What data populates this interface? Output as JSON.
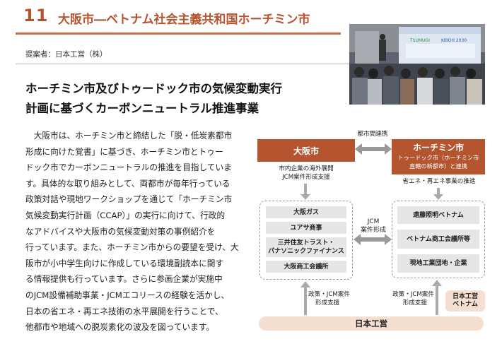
{
  "header": {
    "number": "11",
    "title": "大阪市―ベトナム社会主義共和国ホーチミン市"
  },
  "proposer": "提案者：日本工営（株）",
  "photo": {
    "banner_text_1": "TSUMUGI",
    "banner_text_2": "KIBOH 2030"
  },
  "main_title": [
    "ホーチミン市及びトゥードック市の気候変動実行",
    "計画に基づくカーボンニュートラル推進事業"
  ],
  "body_lines": [
    "　大阪市は、ホーチミン市と締結した「脱・低炭素都市",
    "形成に向けた覚書」に基づき、ホーチミン市とトゥー",
    "ドック市でカーボンニュートラルの推進を目指していま",
    "す。具体的な取り組みとして、両都市が毎年行っている",
    "政策対話や現地ワークショップを通じて「ホーチミン市",
    "気候変動実行計画（CCAP）」の実行に向けて、行政的",
    "なアドバイスや大阪市の気候変動対策の事例紹介を",
    "行っています。また、ホーチミン市からの要望を受け、大",
    "阪市が小中学生向けに作成している環境副読本に関す",
    "る情報提供も行っています。さらに参画企業が実施中",
    "のJCM設備補助事業・JCMエコリースの経験を活かし、",
    "日本の省エネ・再エネ技術の水平展開を行うことで、",
    "他都市や地域への脱炭素化の波及を図っています。"
  ],
  "diagram": {
    "city_link_label": "都市間連携",
    "osaka": "大阪市",
    "hcmc_title": "ホーチミン市",
    "hcmc_sub_1": "トゥードック市（ホーチミン市",
    "hcmc_sub_2": "直轄の新都市）と連携",
    "osaka_support_1": "市内企業の海外展開",
    "osaka_support_2": "JCM案件形成支援",
    "hcmc_support": "省エネ・再エネ事業の推進",
    "jcm_mid_1": "JCM",
    "jcm_mid_2": "案件形成",
    "left_companies": [
      "大阪ガス",
      "ユアサ商事",
      "三井住友トラスト・",
      "パナソニックファイナンス",
      "大阪商工会議所"
    ],
    "right_companies": [
      "遠藤照明ベトナム",
      "ベトナム商工会議所等",
      "現地工業団地・企業"
    ],
    "support_left_1": "政策・JCM案件",
    "support_left_2": "形成支援",
    "support_right_1": "政策・JCM案件",
    "support_right_2": "形成支援",
    "nihon_koei": "日本工営",
    "nihon_koei_vn_1": "日本工営",
    "nihon_koei_vn_2": "ベトナム"
  },
  "colors": {
    "accent": "#b4552f",
    "light_accent": "#f4dfd1",
    "gray_box": "#e6e6e6"
  }
}
